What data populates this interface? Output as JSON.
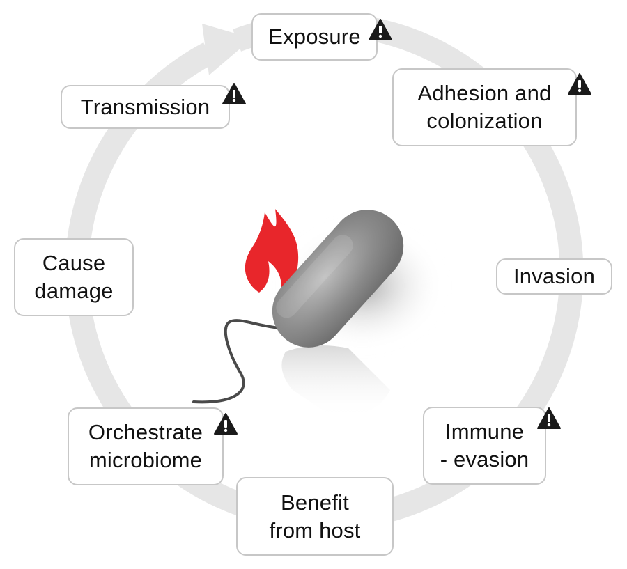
{
  "stages": [
    {
      "key": "exposure",
      "label": "Exposure",
      "warning": true
    },
    {
      "key": "adhesion",
      "label": "Adhesion and\ncolonization",
      "warning": true
    },
    {
      "key": "invasion",
      "label": "Invasion",
      "warning": false
    },
    {
      "key": "immune",
      "label": "Immune\n- evasion",
      "warning": true
    },
    {
      "key": "benefit",
      "label": "Benefit\nfrom host",
      "warning": false
    },
    {
      "key": "orchestrate",
      "label": "Orchestrate\nmicrobiome",
      "warning": true
    },
    {
      "key": "damage",
      "label": "Cause\ndamage",
      "warning": false
    },
    {
      "key": "transmission",
      "label": "Transmission",
      "warning": true
    }
  ],
  "colors": {
    "cycle_ring": "#e6e6e6",
    "box_border": "#c7c7c7",
    "warning_icon": "#1a1a1a",
    "flame": "#e8262b",
    "bacterium": "#8c8c8c",
    "flagellum": "#4a4a4a"
  },
  "icons": {
    "warning": "warning-triangle-icon",
    "bacterium": "bacterium-icon",
    "flame": "flame-icon"
  }
}
